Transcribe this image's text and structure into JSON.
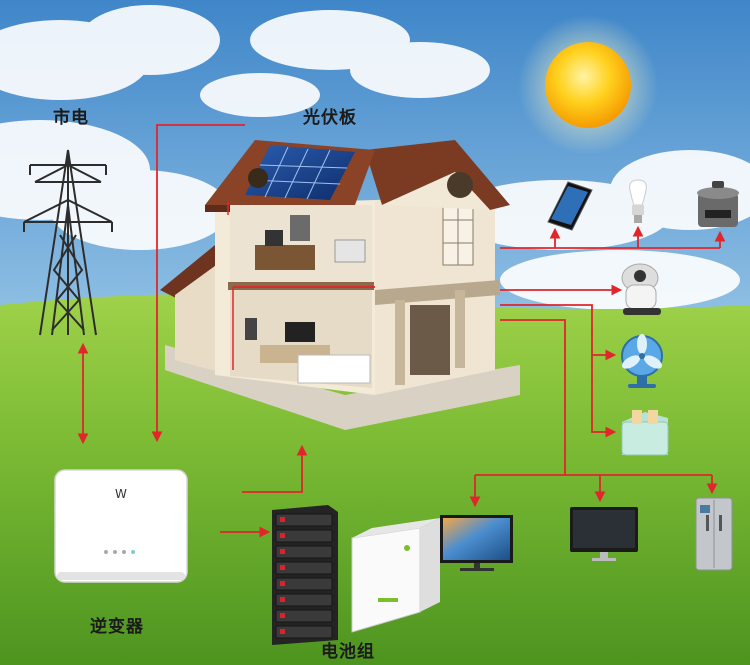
{
  "labels": {
    "grid": "市电",
    "solar": "光伏板",
    "inverter": "逆变器",
    "battery": "电池组"
  },
  "icons": {
    "sun": "sun-icon",
    "pylon": "power-pylon-icon",
    "house": "house-icon",
    "solar_panel": "solar-panel-icon",
    "inverter": "inverter-icon",
    "battery_rack": "battery-rack-icon",
    "battery_wall": "battery-wall-icon",
    "phone": "phone-icon",
    "bulb": "light-bulb-icon",
    "rice_cooker": "rice-cooker-icon",
    "coffee": "coffee-machine-icon",
    "fan": "fan-icon",
    "toaster": "toaster-icon",
    "tv": "tv-icon",
    "monitor": "monitor-icon",
    "fridge": "fridge-icon"
  },
  "colors": {
    "wire": "#e0262b",
    "sky_top": "#3f86c9",
    "sky_bottom": "#cfe6f4",
    "grass_top": "#8cc63f",
    "grass_bottom": "#4f9a1e",
    "roof": "#7a3b22",
    "wall": "#efe6d6",
    "sun": "#ffc107"
  }
}
